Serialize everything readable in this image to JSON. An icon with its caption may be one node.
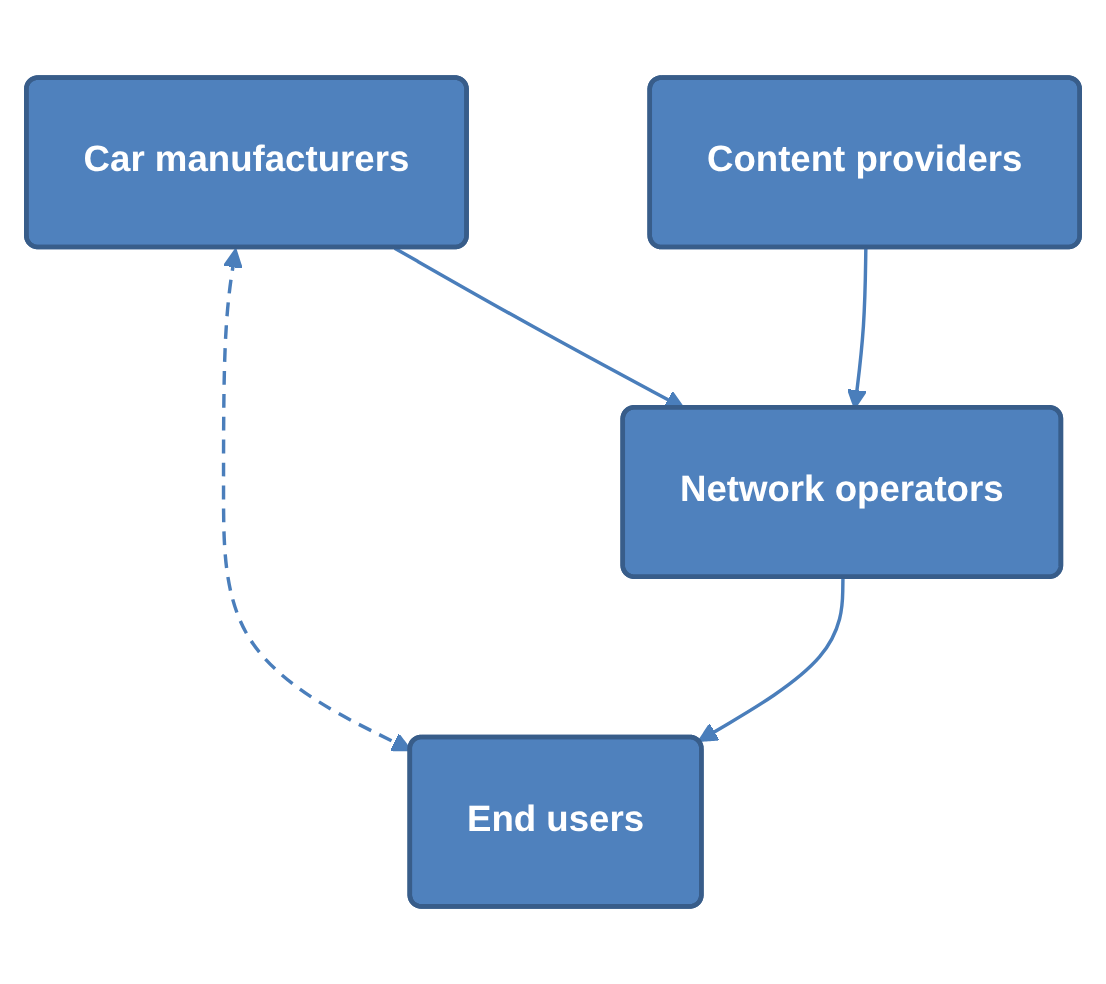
{
  "diagram": {
    "nodes": [
      {
        "text": [
          "Car manufacturers"
        ]
      },
      {
        "text": [
          "End users"
        ]
      },
      {
        "text": [
          "Network operators"
        ]
      },
      {
        "text": [
          "Content providers"
        ]
      }
    ],
    "edges": [
      {
        "from": 0,
        "to": 1,
        "arrow": "both",
        "style": "dashed"
      },
      {
        "from": 0,
        "to": 2,
        "arrow": "to"
      },
      {
        "from": 2,
        "to": 1,
        "arrow": "to"
      },
      {
        "from": 3,
        "to": 2,
        "arrow": "to"
      }
    ]
  }
}
